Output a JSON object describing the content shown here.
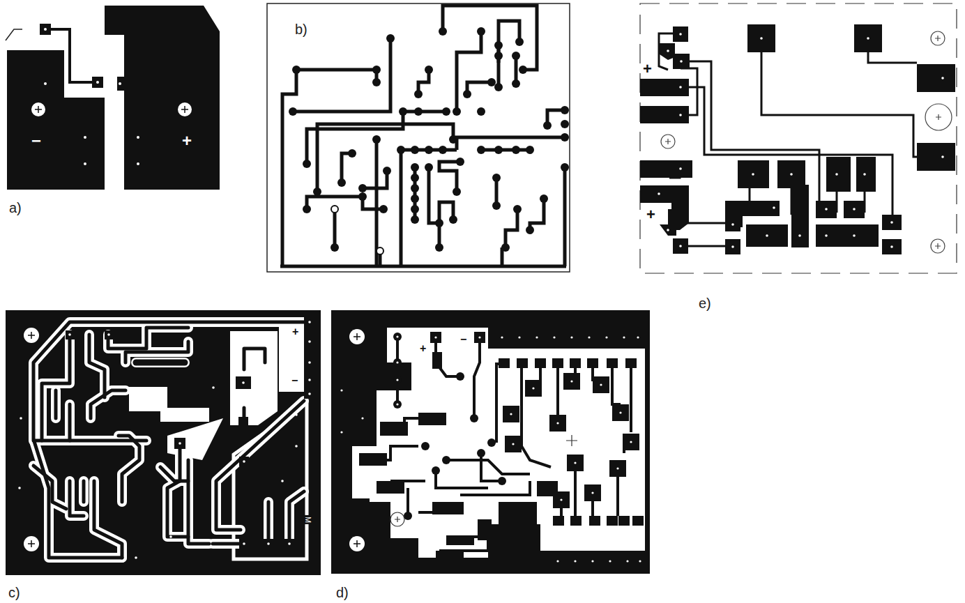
{
  "diagram": {
    "labels": [
      "−",
      "+",
      "a)",
      "b)",
      "+",
      "+",
      "e)",
      "+",
      "−",
      "M",
      "c)",
      "+",
      "−",
      "d)"
    ]
  }
}
